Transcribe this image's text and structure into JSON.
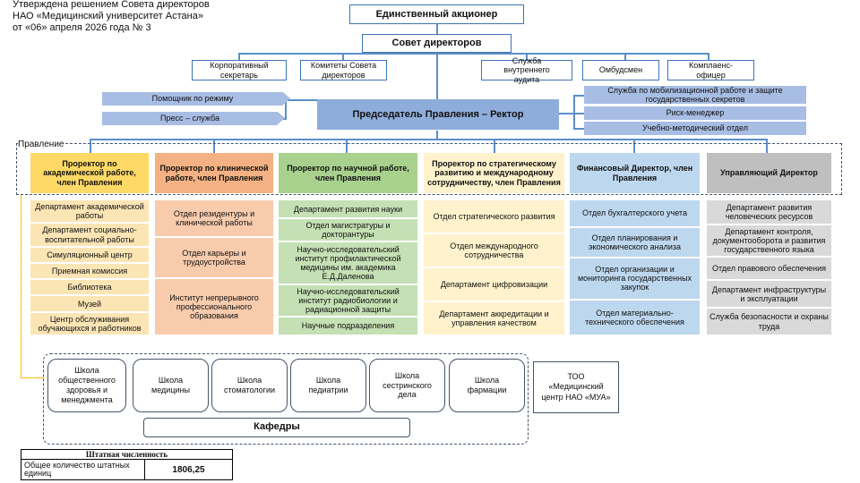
{
  "approval": {
    "line1": "Утверждена решением Совета директоров",
    "line2": "НАО «Медицинский университет Астана»",
    "line3": "от «06» апреля 2026 года № 3"
  },
  "shareholder": "Единственный акционер",
  "board": "Совет директоров",
  "board_units": [
    "Корпоративный секретарь",
    "Комитеты Совета директоров",
    "Служба внутреннего аудита",
    "Омбудсмен",
    "Комплаенс-офицер"
  ],
  "left_helpers": [
    "Помощник по режиму",
    "Пресс – служба"
  ],
  "chairman": "Председатель Правления  – Ректор",
  "right_units": [
    "Служба по мобилизационной работе и защите государственных секретов",
    "Риск-менеджер",
    "Учебно-методический отдел"
  ],
  "board_management_label": "Правление",
  "directors": [
    {
      "title": "Проректор  по академической  работе,  член Правления",
      "color": "#ffd966",
      "cell_color": "#fbe5b5",
      "units": [
        "Департамент академической работы",
        "Департамент социально-воспитательной работы",
        "Симуляционный центр",
        "Приемная комиссия",
        "Библиотека",
        "Музей",
        "Центр обслуживания обучающихся и работников"
      ]
    },
    {
      "title": "Проректор  по клинической  работе,  член Правления",
      "color": "#f4b183",
      "cell_color": "#f8cbad",
      "units": [
        "Отдел резидентуры и клинической работы",
        "Отдел карьеры и трудоустройства",
        "Институт непрерывного профессионального образования"
      ]
    },
    {
      "title": "Проректор  по научной  работе,  член Правления",
      "color": "#a9d18e",
      "cell_color": "#c5e0b4",
      "units": [
        "Департамент развития науки",
        "Отдел магистратуры и докторантуры",
        "Научно-исследовательский институт профилактической медицины им. академика Е.Д.Даленова",
        "Научно-исследовательский институт радиобиологии и радиационной защиты",
        "Научные подразделения"
      ]
    },
    {
      "title": "Проректор  по стратегическому развитию  и международному сотрудничеству,  член Правления",
      "color": "#fff2cc",
      "cell_color": "#fff2cc",
      "units": [
        "Отдел стратегического развития",
        "Отдел международного сотрудничества",
        "Департамент цифровизации",
        "Департамент аккредитации и управления качеством"
      ]
    },
    {
      "title": "Финансовый Директор,  член Правления",
      "color": "#bdd7ee",
      "cell_color": "#bdd7ee",
      "units": [
        "Отдел бухгалтерского учета",
        "Отдел планирования и экономического анализа",
        "Отдел организации и мониторинга государственных закупок",
        "Отдел материально-технического обеспечения"
      ]
    },
    {
      "title": "Управляющий  Директор",
      "color": "#bfbfbf",
      "cell_color": "#d9d9d9",
      "units": [
        "Департамент развития человеческих ресурсов",
        "Департамент контроля, документооборота и развития государственного языка",
        "Отдел правового обеспечения",
        "Департамент инфраструктуры и эксплуатации",
        "Служба безопасности и охраны труда"
      ]
    }
  ],
  "schools": [
    "Школа общественного здоровья и менеджмента",
    "Школа медицины",
    "Школа стоматологии",
    "Школа педиатрии",
    "Школа сестринского дела",
    "Школа фармации"
  ],
  "departments": "Кафедры",
  "too": "ТОО «Медицинский центр НАО «МУА»",
  "staff": {
    "header": "Штатная численность",
    "label": "Общее количество штатных единиц",
    "value": "1806,25"
  }
}
